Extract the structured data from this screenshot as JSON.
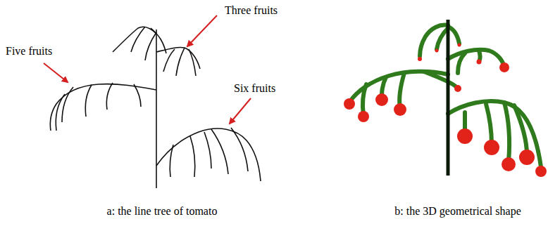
{
  "diagram": {
    "labels": [
      "Three fruits",
      "Five fruits",
      "Six fruits",
      "a: the line tree of tomato",
      "b: the 3D geometrical shape"
    ]
  }
}
